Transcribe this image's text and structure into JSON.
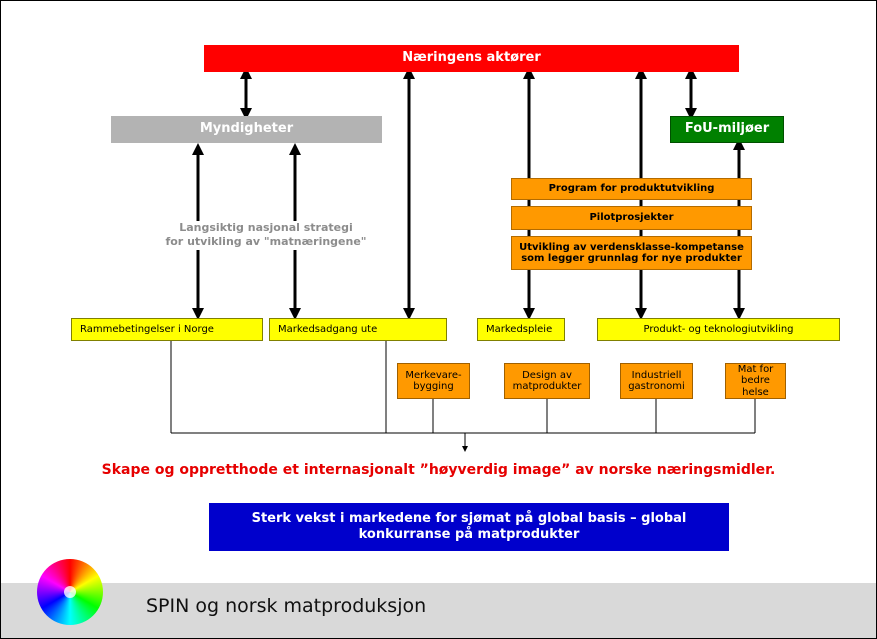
{
  "top": {
    "label": "Næringens aktører"
  },
  "myndigheter": {
    "label": "Myndigheter"
  },
  "fou": {
    "label": "FoU-miljøer"
  },
  "strategy": {
    "line1": "Langsiktig nasjonal strategi",
    "line2": "for utvikling av \"matnæringene\""
  },
  "orange_stack": [
    {
      "line1": "Program for produktutvikling",
      "line2": ""
    },
    {
      "line1": "Pilotprosjekter",
      "line2": ""
    },
    {
      "line1": "Utvikling av verdensklasse-kompetanse",
      "line2": "som legger grunnlag for nye produkter"
    }
  ],
  "yellow_boxes": [
    {
      "label": "Rammebetingelser i Norge"
    },
    {
      "label": "Markedsadgang ute"
    },
    {
      "label": "Markedspleie"
    },
    {
      "label": "Produkt- og teknologiutvikling"
    }
  ],
  "small_boxes": [
    {
      "line1": "Merkevare-",
      "line2": "bygging"
    },
    {
      "line1": "Design av",
      "line2": "matprodukter"
    },
    {
      "line1": "Industriell",
      "line2": "gastronomi"
    },
    {
      "line1": "Mat for",
      "line2": "bedre helse"
    }
  ],
  "goal": {
    "text": "Skape og oppretthode et internasjonalt ”høyverdig image” av norske næringsmidler."
  },
  "blue": {
    "line1": "Sterk vekst i markedene for sjømat på global basis – global",
    "line2": "konkurranse på matprodukter"
  },
  "footer": {
    "title": "SPIN og norsk matproduksjon"
  },
  "colors": {
    "red": "#ff0000",
    "gray": "#b3b3b3",
    "green": "#008000",
    "orange": "#ff9900",
    "yellow": "#ffff00",
    "blue": "#0000cc",
    "footer": "#d9d9d9"
  },
  "icons": {
    "logo": "color-wheel-icon"
  }
}
